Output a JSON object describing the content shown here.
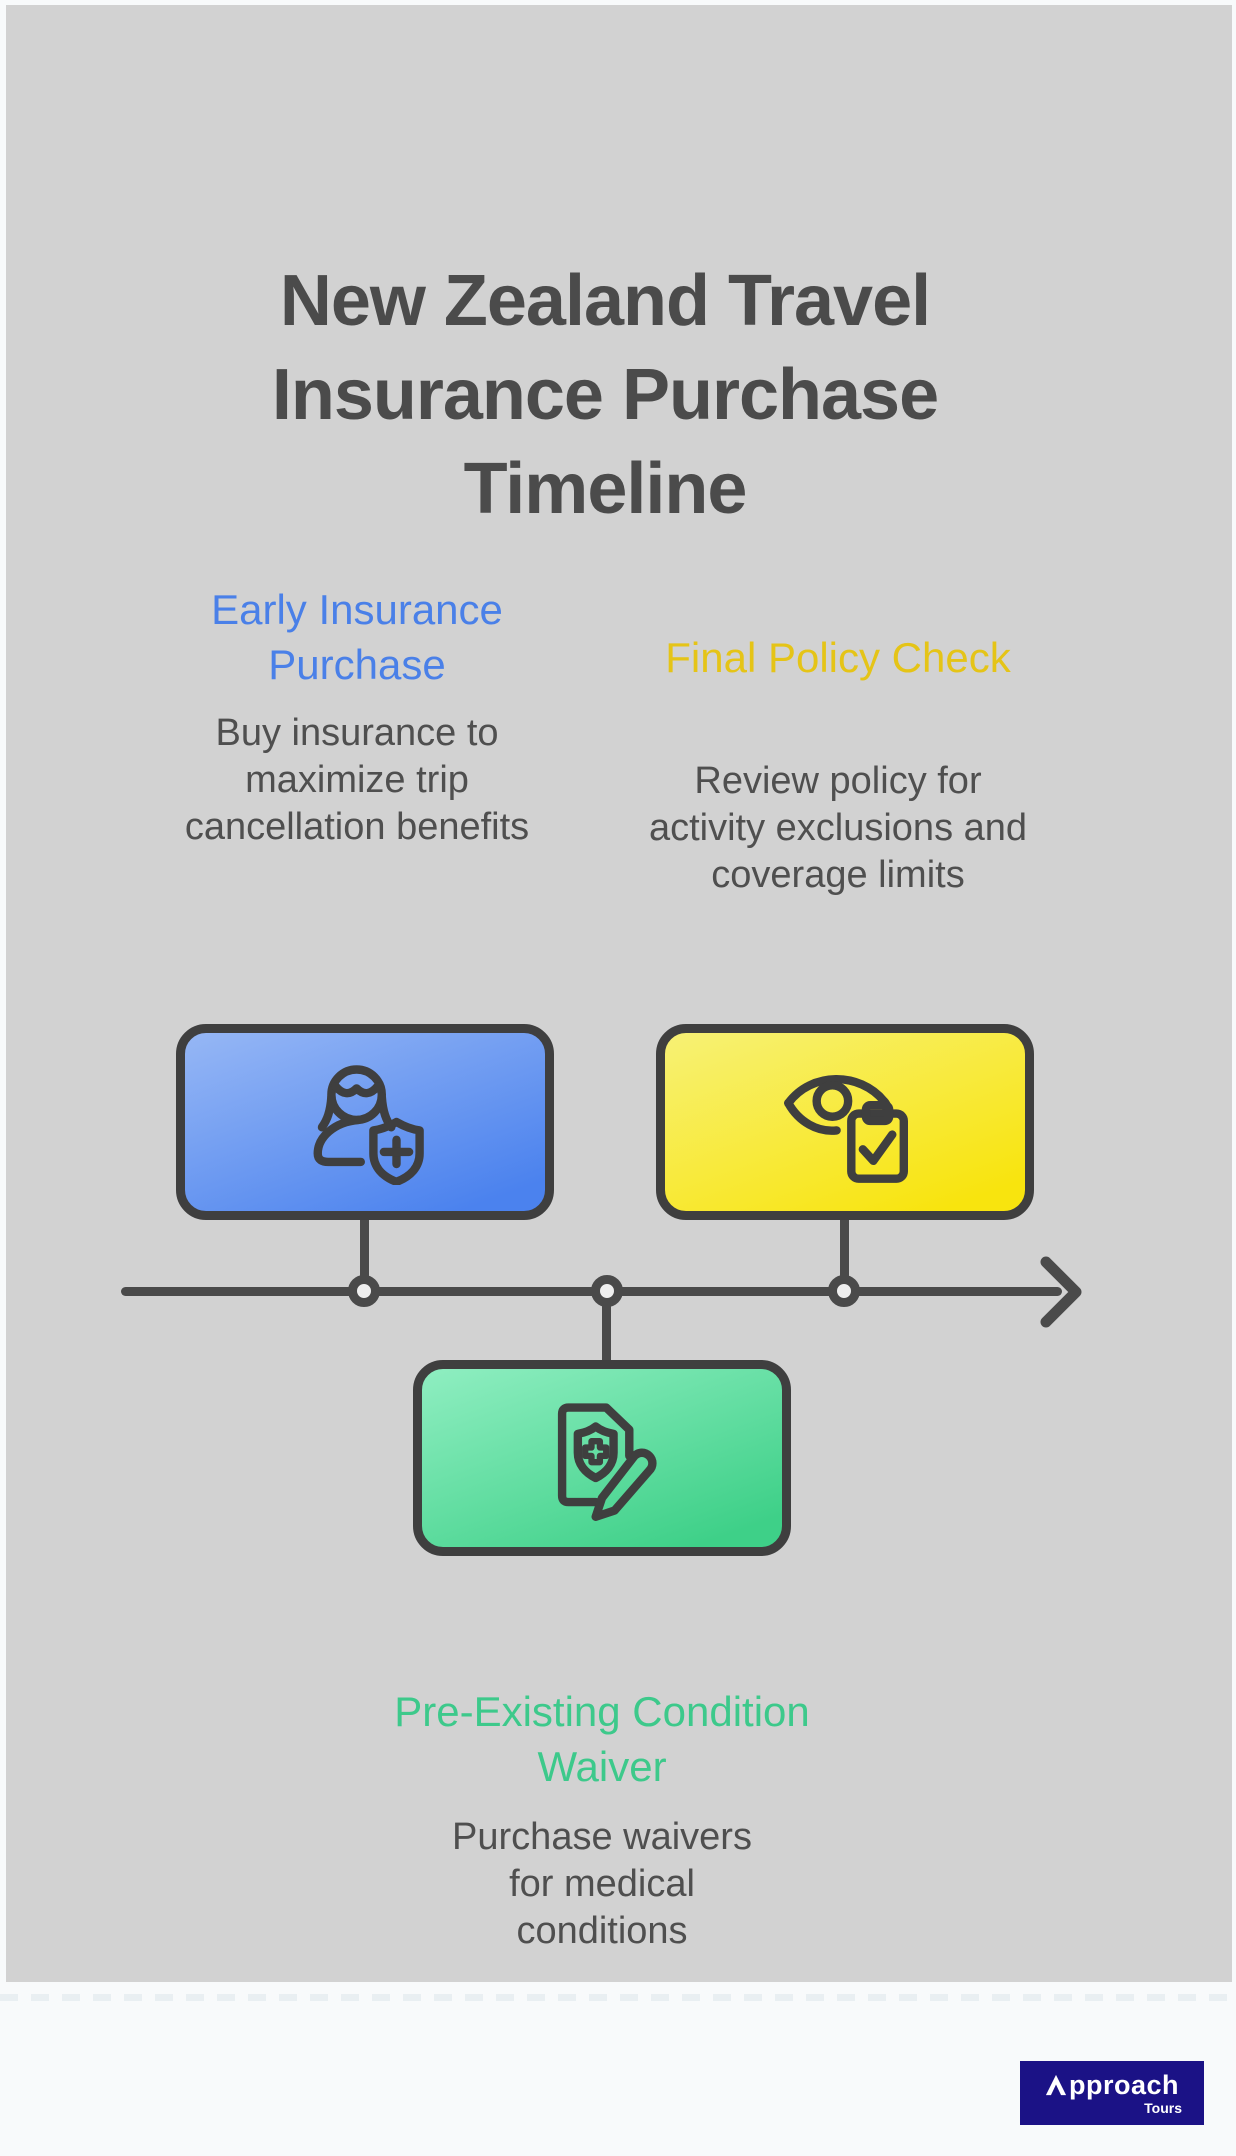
{
  "title": "New Zealand Travel Insurance Purchase Timeline",
  "steps": [
    {
      "id": "early-insurance-purchase",
      "heading": "Early Insurance Purchase",
      "description": "Buy insurance to maximize trip cancellation benefits",
      "accent_color": "#4a80e8",
      "box_position": "above-timeline",
      "icon": "person-shield-plus-icon"
    },
    {
      "id": "pre-existing-condition-waiver",
      "heading": "Pre-Existing Condition Waiver",
      "description": "Purchase waivers for medical conditions",
      "accent_color": "#3dc98b",
      "box_position": "below-timeline",
      "icon": "medical-document-pencil-icon"
    },
    {
      "id": "final-policy-check",
      "heading": "Final Policy Check",
      "description": "Review policy for activity exclusions and coverage limits",
      "accent_color": "#e5c417",
      "box_position": "above-timeline",
      "icon": "eye-clipboard-check-icon"
    }
  ],
  "timeline": {
    "direction": "left-to-right",
    "node_count": 3,
    "stroke_color": "#4a4a4a"
  },
  "colors": {
    "canvas_background": "#d2d2d2",
    "page_background": "#f8fafb",
    "title_text": "#4b4b4b",
    "body_text": "#4f4f4f",
    "outline_dark": "#3f3f3f",
    "logo_background": "#1b1286"
  },
  "logo": {
    "name": "Approach",
    "name_rest": "pproach",
    "tagline": "Tours"
  }
}
